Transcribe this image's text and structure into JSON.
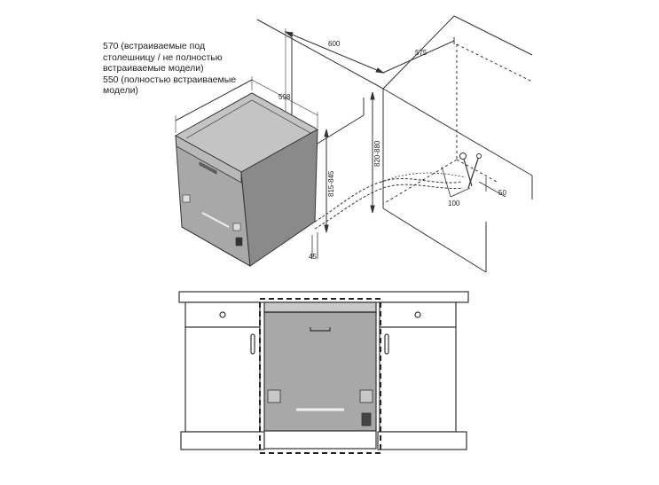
{
  "notes": {
    "line1": "570 (встраиваемые под",
    "line2": "столешницу /  не полностью",
    "line3": "встраиваемые  модели)",
    "line4": "550 (полностью встраиваемые",
    "line5": "модели)"
  },
  "dimensions": {
    "d600": "600",
    "d575": "575",
    "d598": "598",
    "d820_880": "820-880",
    "d815_845": "815-845",
    "d45": "45",
    "d100": "100",
    "d50": "50"
  },
  "colors": {
    "appliance_front": "#a8a8a8",
    "appliance_side": "#8a8a8a",
    "appliance_top": "#c4c4c4",
    "line": "#333333"
  }
}
